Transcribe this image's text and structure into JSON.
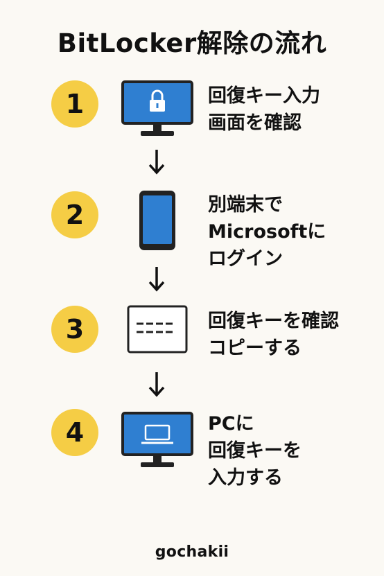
{
  "title": "BitLocker解除の流れ",
  "steps": [
    {
      "number": "1",
      "label": "回復キー入力\n画面を確認",
      "icon": "monitor-lock-icon"
    },
    {
      "number": "2",
      "label": "別端末で\nMicrosoftに\nログイン",
      "icon": "smartphone-icon"
    },
    {
      "number": "3",
      "label": "回復キーを確認\nコピーする",
      "icon": "document-text-icon"
    },
    {
      "number": "4",
      "label": "PCに\n回復キーを\n入力する",
      "icon": "monitor-laptop-icon"
    }
  ],
  "brand": "gochakii",
  "colors": {
    "badge": "#f5cd45",
    "screen": "#2f7fd1",
    "frame": "#222222",
    "background": "#fbf9f4"
  }
}
